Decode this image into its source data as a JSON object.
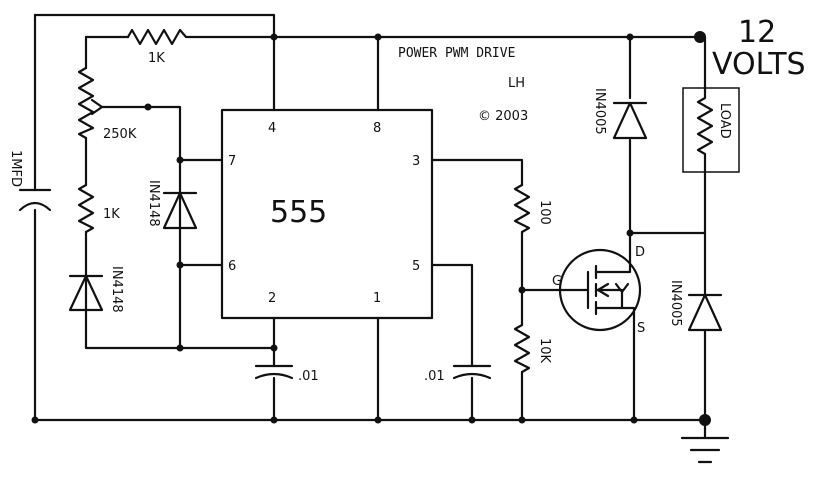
{
  "title": "POWER PWM DRIVE",
  "logo_mark": "LH",
  "copyright": "© 2003",
  "supply": {
    "line1": "12",
    "line2": "VOLTS"
  },
  "ic": {
    "name": "555",
    "pins": {
      "p4": "4",
      "p8": "8",
      "p7": "7",
      "p3": "3",
      "p6": "6",
      "p5": "5",
      "p2": "2",
      "p1": "1"
    }
  },
  "components": {
    "r_top": "1K",
    "pot": "250K",
    "r_mid": "1K",
    "diode_left": "IN4148",
    "diode_mid": "IN4148",
    "cap_timing": "1MFD",
    "cap_pin2": ".01",
    "cap_pin5": ".01",
    "r_gate": "100",
    "r_pulldown": "10K",
    "diode_top": "IN4005",
    "diode_bottom": "IN4005",
    "load": "LOAD"
  },
  "mosfet": {
    "gate": "G",
    "drain": "D",
    "source": "S"
  }
}
